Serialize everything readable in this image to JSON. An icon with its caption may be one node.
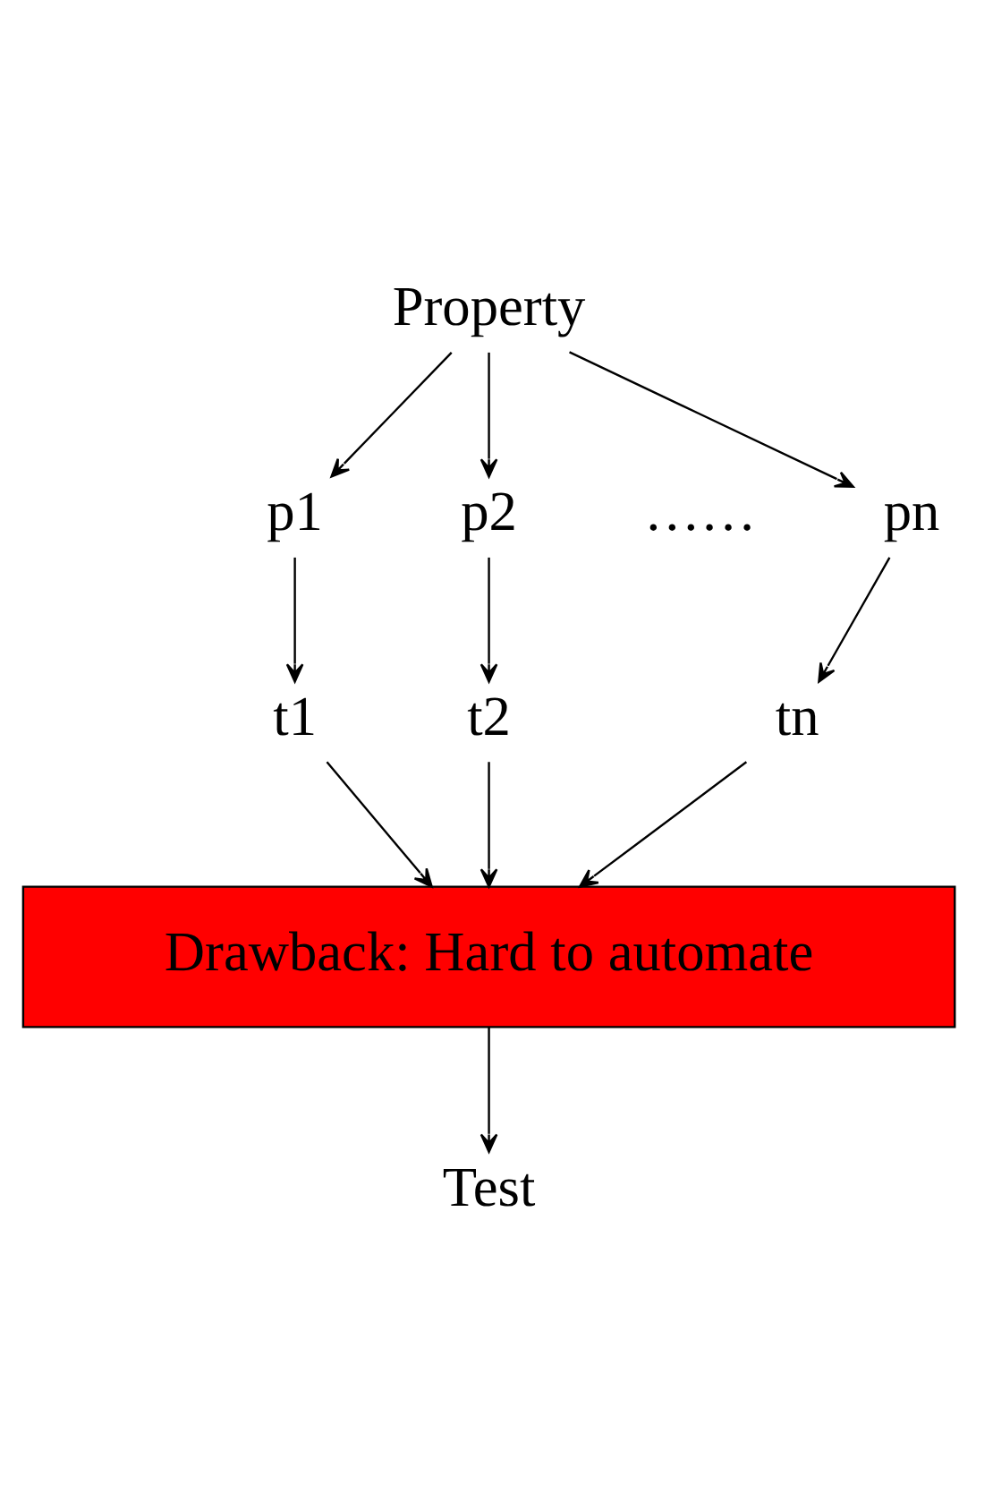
{
  "diagram": {
    "nodes": [
      {
        "text": [
          "Property"
        ]
      },
      {
        "text": [
          "p1"
        ]
      },
      {
        "text": [
          "p2"
        ]
      },
      {
        "text": [
          "pn"
        ]
      },
      {
        "text": [
          "t1"
        ]
      },
      {
        "text": [
          "t2"
        ]
      },
      {
        "text": [
          "tn"
        ]
      },
      {
        "text": [
          "Drawback: Hard to automate"
        ]
      },
      {
        "text": [
          "Test"
        ]
      }
    ],
    "edges": [
      {
        "from": 0,
        "to": 1,
        "arrow": "to"
      },
      {
        "from": 0,
        "to": 2,
        "arrow": "to"
      },
      {
        "from": 0,
        "to": 3,
        "arrow": "to"
      },
      {
        "from": 1,
        "to": 4,
        "arrow": "to"
      },
      {
        "from": 2,
        "to": 5,
        "arrow": "to"
      },
      {
        "from": 3,
        "to": 6,
        "arrow": "to"
      },
      {
        "from": 4,
        "to": 7,
        "arrow": "to"
      },
      {
        "from": 5,
        "to": 7,
        "arrow": "to"
      },
      {
        "from": 6,
        "to": 7,
        "arrow": "to"
      },
      {
        "from": 7,
        "to": 8,
        "arrow": "to"
      }
    ],
    "labels": [
      "……"
    ]
  }
}
